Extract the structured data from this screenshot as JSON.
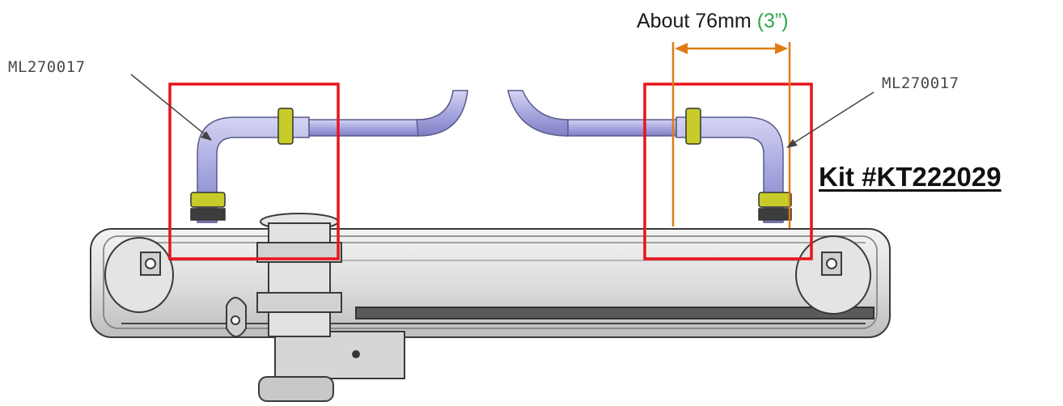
{
  "labels": {
    "left_part_number": "ML270017",
    "right_part_number": "ML270017",
    "dimension_metric": "About 76mm",
    "dimension_imperial": "(3”)",
    "kit_number": "Kit #KT222029"
  },
  "colors": {
    "highlight_box": "#e8141b",
    "dimension_line": "#e07b14",
    "dimension_imperial_text": "#2fa84a",
    "hose": "#a7a7e0",
    "clamp": "#c7cc2a",
    "tank_outline": "#3a3a3a"
  }
}
